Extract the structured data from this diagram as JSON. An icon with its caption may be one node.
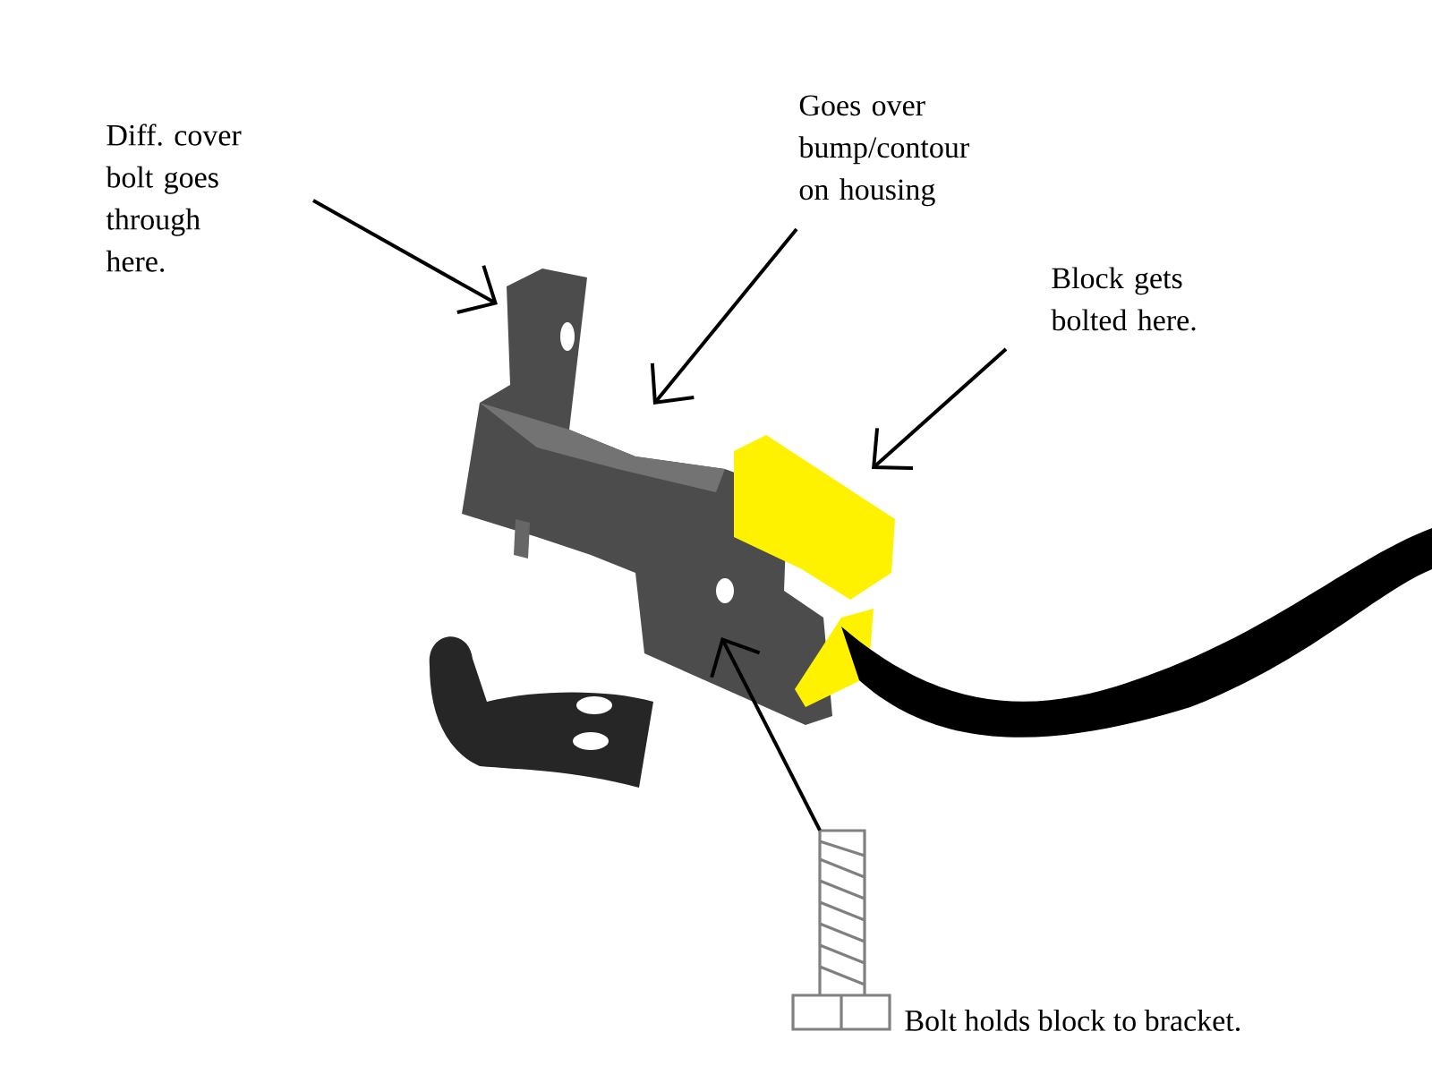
{
  "diagram": {
    "nodes": [
      {
        "text": [
          "Diff. cover bolt goes through here."
        ]
      },
      {
        "text": [
          "Goes over bump/contour on housing"
        ]
      },
      {
        "text": [
          "Block gets bolted here."
        ]
      },
      {
        "text": [],
        "shape": "picture",
        "beside": [
          "Bolt holds block to bracket."
        ]
      }
    ],
    "edges": [
      {
        "from": 0,
        "to": null,
        "arrow": "to"
      },
      {
        "from": 1,
        "to": null,
        "arrow": "to"
      },
      {
        "from": 2,
        "to": null,
        "arrow": "to"
      },
      {
        "from": 3,
        "to": null,
        "arrow": "to"
      }
    ]
  }
}
